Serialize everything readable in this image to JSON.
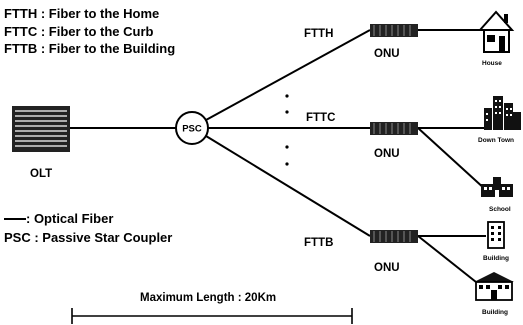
{
  "legend": {
    "ftth": "FTTH : Fiber to the Home",
    "fttc": "FTTC : Fiber to the Curb",
    "fttb": "FTTB : Fiber to the Building",
    "optical_fiber": ": Optical Fiber",
    "psc": "PSC : Passive Star Coupler"
  },
  "nodes": {
    "olt": "OLT",
    "psc": "PSC",
    "onu_top": "ONU",
    "onu_mid": "ONU",
    "onu_bot": "ONU"
  },
  "branches": {
    "ftth": "FTTH",
    "fttc": "FTTC",
    "fttb": "FTTB"
  },
  "endpoints": {
    "house": "House",
    "downtown": "Down Town",
    "school": "School",
    "building1": "Building",
    "building2": "Building"
  },
  "measure": {
    "max_length": "Maximum Length : 20Km"
  }
}
